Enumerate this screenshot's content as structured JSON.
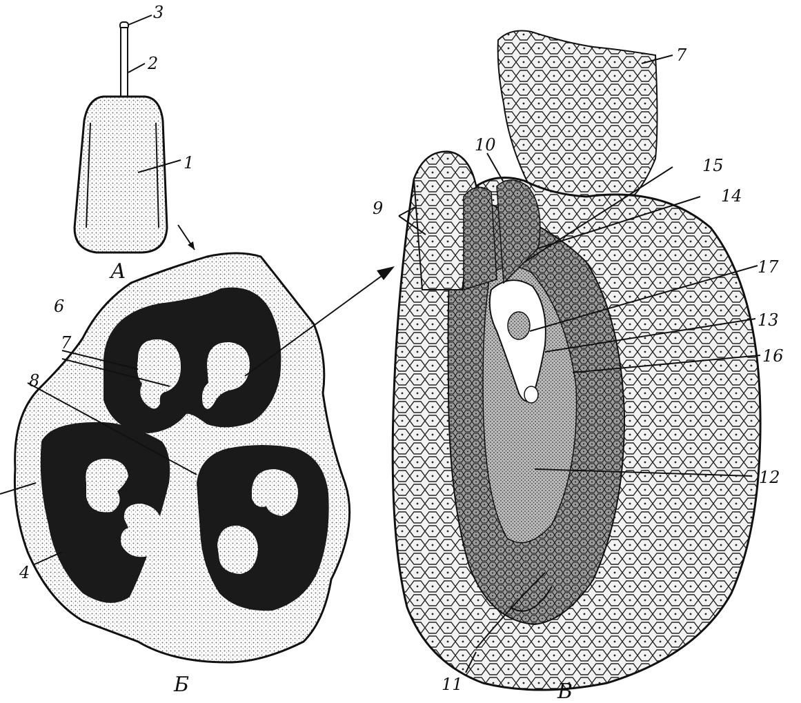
{
  "panels": {
    "a": {
      "letter": "А"
    },
    "b": {
      "letter": "Б"
    },
    "c": {
      "letter": "В"
    }
  },
  "callouts": {
    "n1": "1",
    "n2": "2",
    "n3": "3",
    "n4": "4",
    "n6": "6",
    "n7a": "7",
    "n7b": "7",
    "n8": "8",
    "n9": "9",
    "n10": "10",
    "n11": "11",
    "n12": "12",
    "n13": "13",
    "n14": "14",
    "n15": "15",
    "n16": "16",
    "n17": "17"
  },
  "colors": {
    "ink": "#111111",
    "paper": "#ffffff",
    "stipple": "#d0d0d0",
    "dark": "#1a1a1a"
  }
}
